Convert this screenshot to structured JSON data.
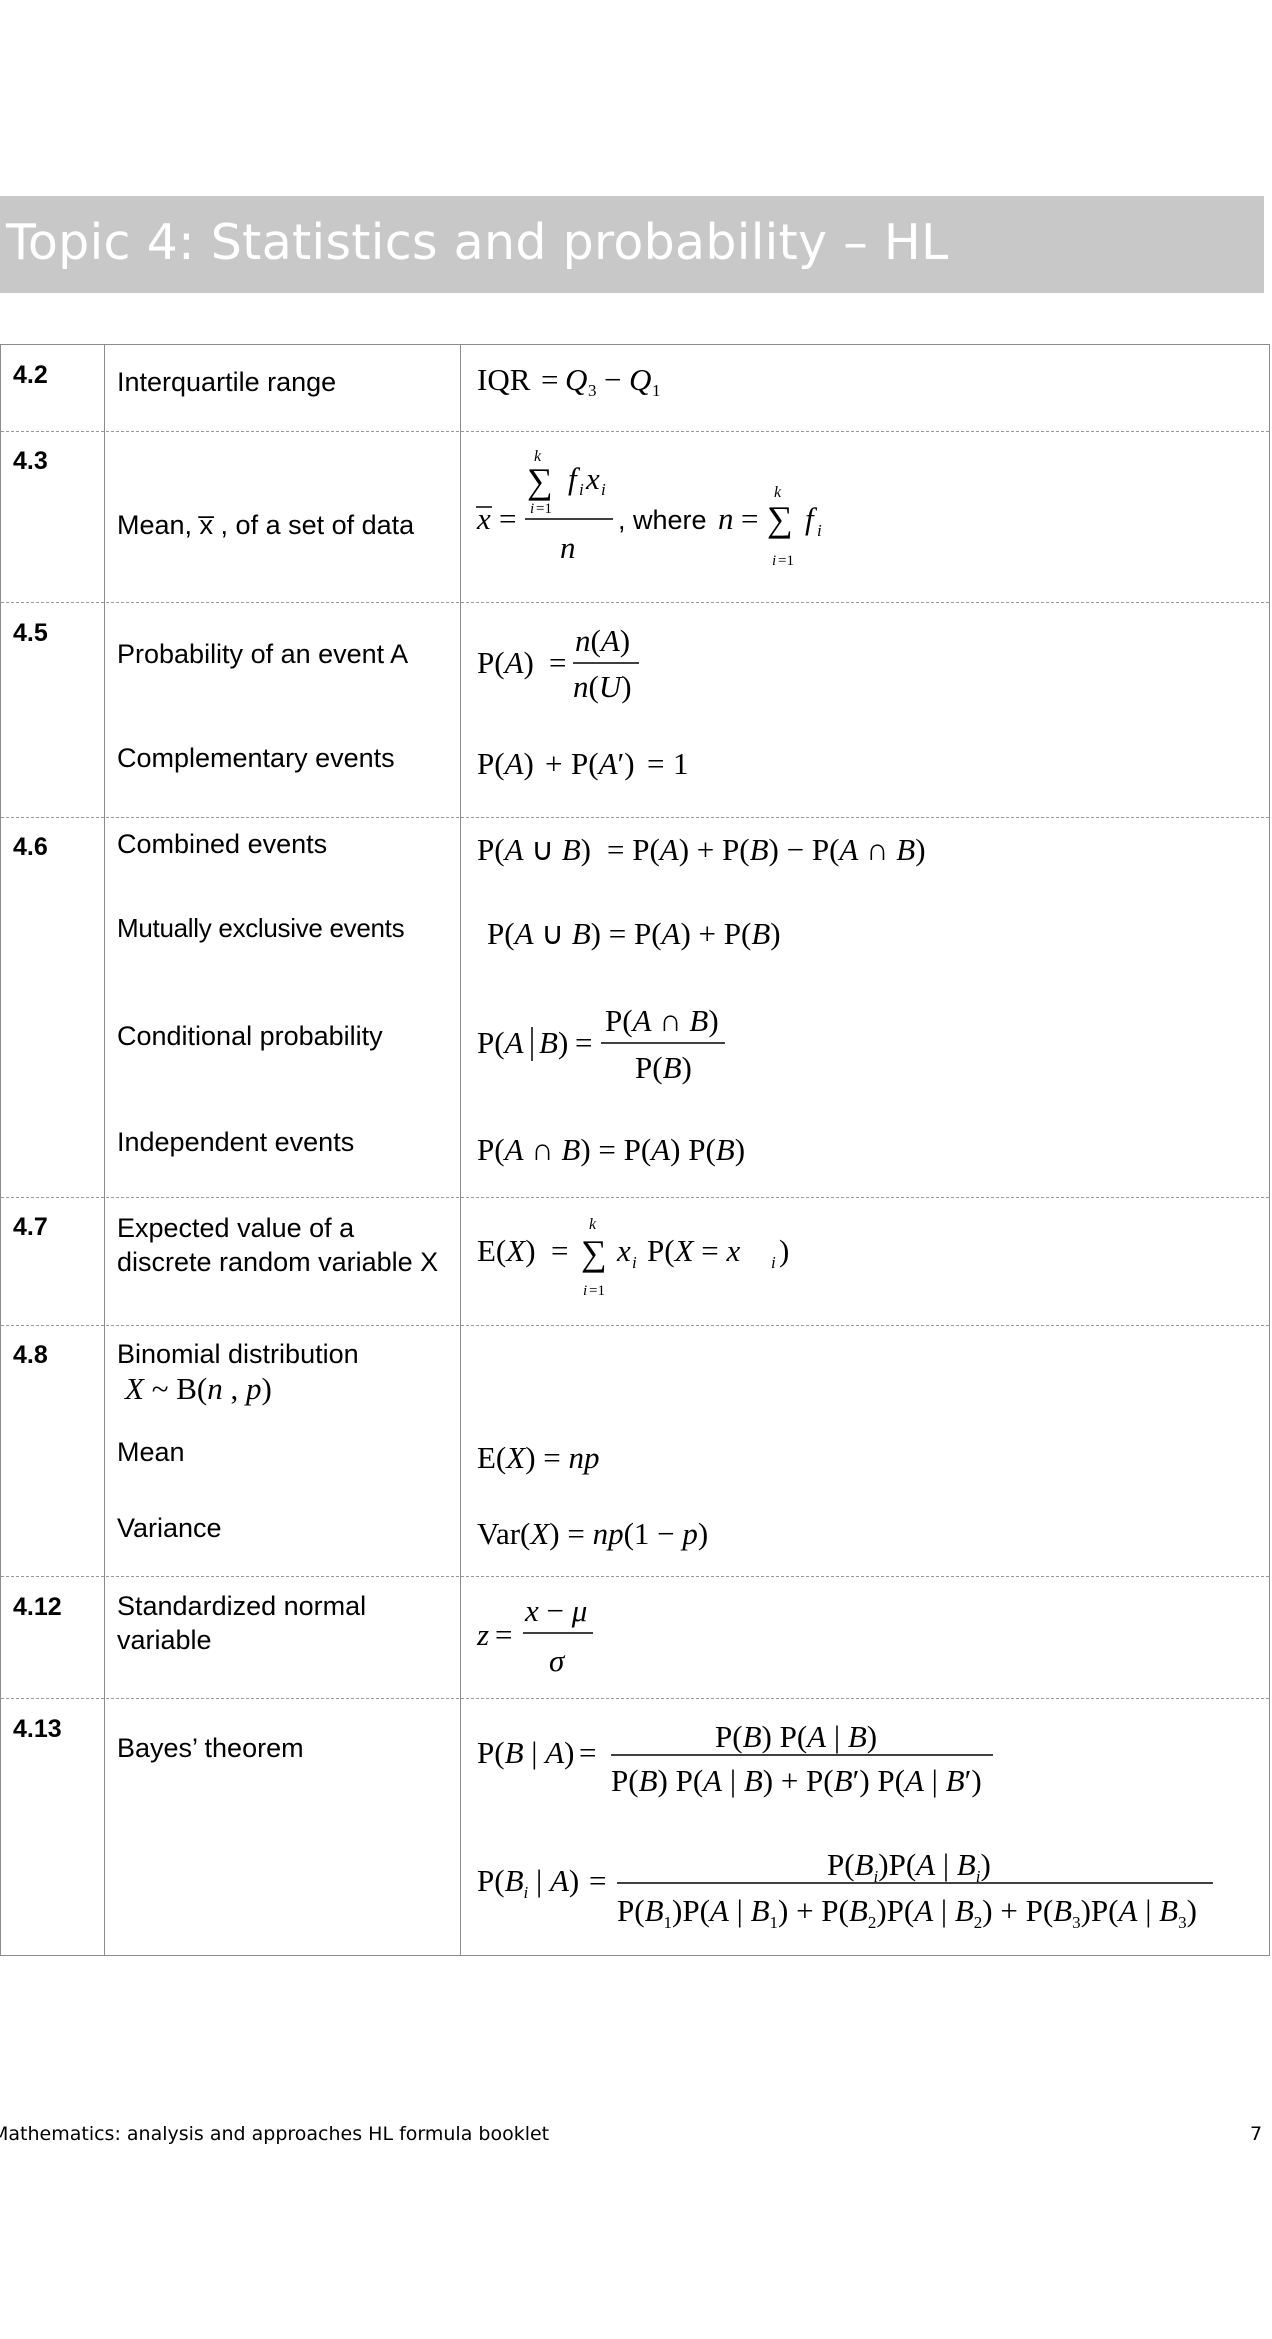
{
  "page_title": "Topic 4: Statistics and probability – HL",
  "rows": [
    {
      "id": "4.2",
      "items": [
        {
          "label": "Interquartile range"
        }
      ]
    },
    {
      "id": "4.3",
      "items": [
        {
          "label": "Mean, x̅ , of a set of data"
        }
      ]
    },
    {
      "id": "4.5",
      "items": [
        {
          "label": "Probability of an event A"
        },
        {
          "label": "Complementary events"
        }
      ]
    },
    {
      "id": "4.6",
      "items": [
        {
          "label": "Combined events"
        },
        {
          "label": "Mutually exclusive events"
        },
        {
          "label": "Conditional probability"
        },
        {
          "label": "Independent events"
        }
      ]
    },
    {
      "id": "4.7",
      "items": [
        {
          "label": "Expected value of a"
        },
        {
          "label": "discrete random variable X"
        }
      ]
    },
    {
      "id": "4.8",
      "items": [
        {
          "label": "Binomial distribution"
        },
        {
          "label": "X ~ B(n , p)"
        },
        {
          "label": "Mean"
        },
        {
          "label": "Variance"
        }
      ]
    },
    {
      "id": "4.12",
      "items": [
        {
          "label": "Standardized normal"
        },
        {
          "label": "variable"
        }
      ]
    },
    {
      "id": "4.13",
      "items": [
        {
          "label": "Bayes’ theorem"
        }
      ]
    }
  ],
  "formulas": {
    "iqr": "IQR = Q3 − Q1",
    "mean": "x̅ = Σ(i=1..k) fi xi / n , where n = Σ(i=1..k) fi",
    "where": ", where",
    "prob_event": "P(A) = n(A) / n(U)",
    "complementary": "P(A) + P(A′) = 1",
    "combined": "P(A ∪ B) = P(A) + P(B) − P(A ∩ B)",
    "mutually_exclusive": "P(A ∪ B) = P(A) + P(B)",
    "conditional": "P(A | B) = P(A ∩ B) / P(B)",
    "independent": "P(A ∩ B) = P(A) P(B)",
    "expected": "E(X) = Σ(i=1..k) xi P(X = xi)",
    "binomial_mean": "E(X) = np",
    "binomial_variance": "Var(X) = np(1 − p)",
    "z": "z = (x − μ) / σ",
    "bayes_1": "P(B | A) = P(B) P(A | B) / [P(B) P(A | B) + P(B′) P(A | B′)]",
    "bayes_2": "P(Bi | A) = P(Bi)P(A | Bi) / [P(B1)P(A | B1) + P(B2)P(A | B2) + P(B3)P(A | B3)]"
  },
  "footer": {
    "left": "Mathematics: analysis and approaches HL formula booklet",
    "right": "7"
  }
}
